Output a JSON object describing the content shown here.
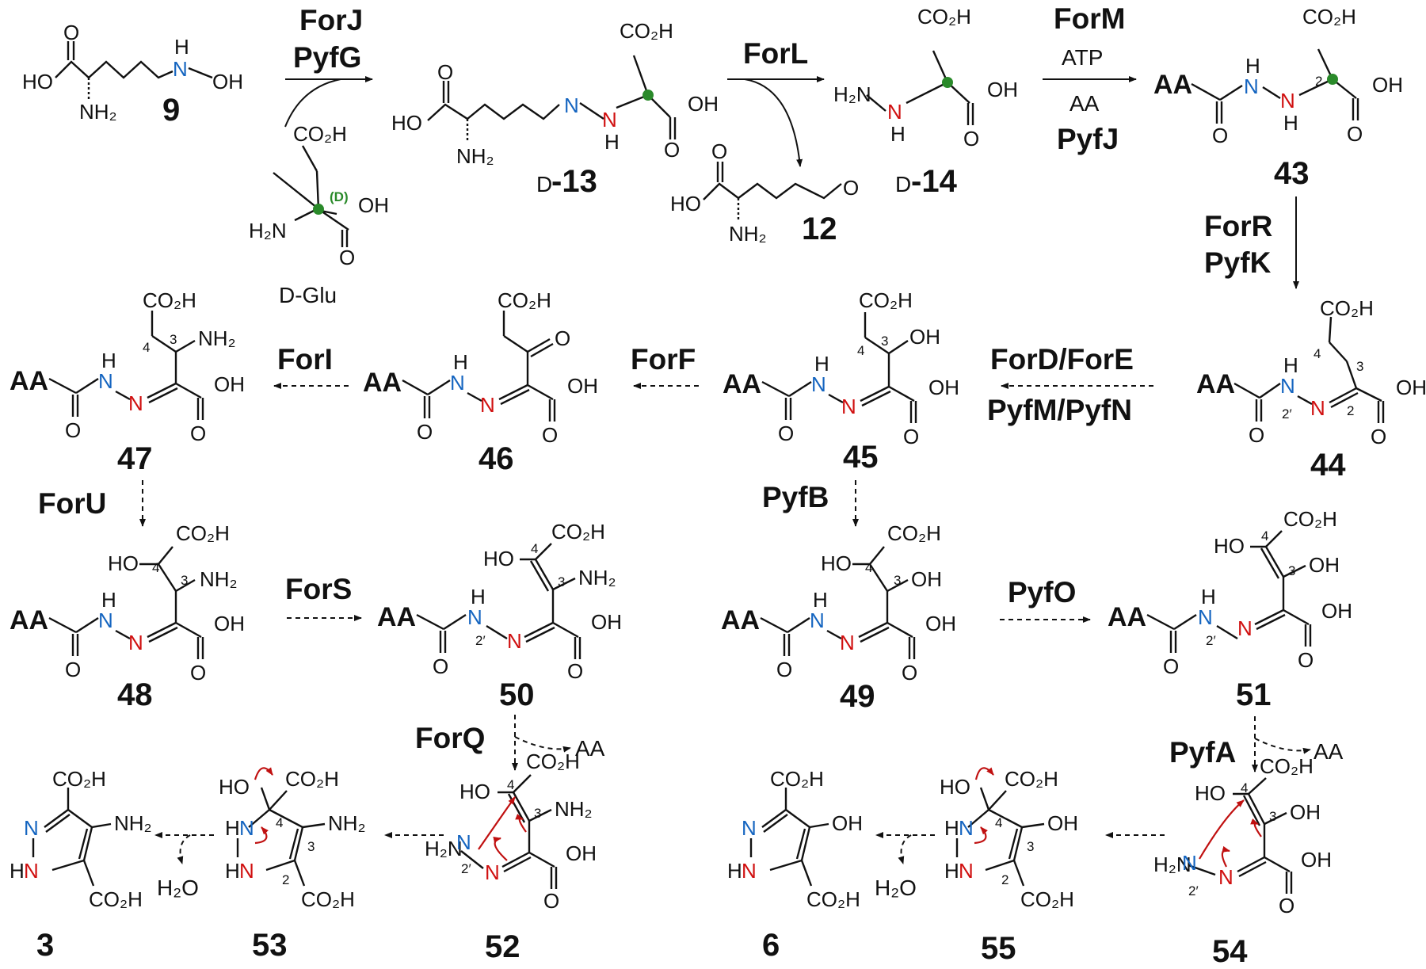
{
  "enzymes": {
    "forj": "ForJ",
    "pyfg": "PyfG",
    "forl": "ForL",
    "form": "ForM",
    "pyfj": "PyfJ",
    "forr": "ForR",
    "pyfk": "PyfK",
    "ford_fore": "ForD/ForE",
    "pyfm_pyfn": "PyfM/PyfN",
    "forf": "ForF",
    "fori": "ForI",
    "foru": "ForU",
    "fors": "ForS",
    "pyfb": "PyfB",
    "pyfo": "PyfO",
    "forq": "ForQ",
    "pyfa": "PyfA"
  },
  "reagents": {
    "atp": "ATP",
    "aa": "AA",
    "water": "H₂O"
  },
  "compounds": {
    "c9": "9",
    "c13": "-13",
    "c13_prefix": "D",
    "c14": "-14",
    "c14_prefix": "D",
    "c12": "12",
    "c43": "43",
    "c44": "44",
    "c45": "45",
    "c46": "46",
    "c47": "47",
    "c48": "48",
    "c49": "49",
    "c50": "50",
    "c51": "51",
    "c52": "52",
    "c53": "53",
    "c54": "54",
    "c55": "55",
    "c3": "3",
    "c6": "6",
    "dglu": "D-Glu"
  },
  "labels": {
    "aa": "AA",
    "co2h": "CO₂H",
    "oh": "OH",
    "ho": "HO",
    "nh2": "NH₂",
    "h2n": "H₂N",
    "n": "N",
    "h": "H",
    "hn": "HN",
    "o": "O",
    "d_config": "(D)",
    "pos2": "2",
    "pos3": "3",
    "pos4": "4",
    "pos2p": "2′"
  },
  "colors": {
    "blue_n": "#1565c0",
    "red_n": "#d01010",
    "stereocenter": "#2a8a2a",
    "electron_arrow": "#c01010"
  }
}
